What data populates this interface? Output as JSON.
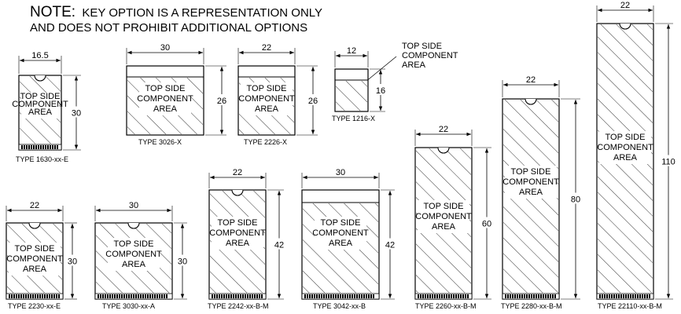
{
  "note": {
    "line1_lead": "NOTE:",
    "line1_rest": "KEY OPTION IS A REPRESENTATION ONLY",
    "line2": "AND DOES NOT PROHIBIT ADDITIONAL OPTIONS"
  },
  "callout": {
    "lines": [
      "TOP SIDE",
      "COMPONENT",
      "AREA"
    ]
  },
  "cards": [
    {
      "id": "1630",
      "caption": "TYPE 1630-xx-E",
      "width_label": "16.5",
      "height_label": "30",
      "area_lines": [
        "TOP SIDE",
        "COMPONENT",
        "AREA"
      ],
      "notch": true,
      "connector": true
    },
    {
      "id": "3026",
      "caption": "TYPE 3026-X",
      "width_label": "30",
      "height_label": "26",
      "area_lines": [
        "TOP SIDE",
        "COMPONENT",
        "AREA"
      ],
      "notch": false,
      "connector": false
    },
    {
      "id": "2226",
      "caption": "TYPE 2226-X",
      "width_label": "22",
      "height_label": "26",
      "area_lines": [
        "TOP SIDE",
        "COMPONENT",
        "AREA"
      ],
      "notch": false,
      "connector": false
    },
    {
      "id": "1216",
      "caption": "TYPE 1216-X",
      "width_label": "12",
      "height_label": "16",
      "area_lines": [],
      "notch": false,
      "connector": false
    },
    {
      "id": "2230",
      "caption": "TYPE 2230-xx-E",
      "width_label": "22",
      "height_label": "30",
      "area_lines": [
        "TOP SIDE",
        "COMPONENT",
        "AREA"
      ],
      "notch": true,
      "connector": true
    },
    {
      "id": "3030",
      "caption": "TYPE 3030-xx-A",
      "width_label": "30",
      "height_label": "30",
      "area_lines": [
        "TOP SIDE",
        "COMPONENT",
        "AREA"
      ],
      "notch": true,
      "connector": true
    },
    {
      "id": "2242",
      "caption": "TYPE 2242-xx-B-M",
      "width_label": "22",
      "height_label": "42",
      "area_lines": [
        "TOP SIDE",
        "COMPONENT",
        "AREA"
      ],
      "notch": true,
      "connector": true
    },
    {
      "id": "3042",
      "caption": "TYPE 3042-xx-B",
      "width_label": "30",
      "height_label": "42",
      "area_lines": [
        "TOP SIDE",
        "COMPONENT",
        "AREA"
      ],
      "notch": false,
      "connector": true
    },
    {
      "id": "2260",
      "caption": "TYPE 2260-xx-B-M",
      "width_label": "22",
      "height_label": "60",
      "area_lines": [
        "TOP SIDE",
        "COMPONENT",
        "AREA"
      ],
      "notch": true,
      "connector": true
    },
    {
      "id": "2280",
      "caption": "TYPE 2280-xx-B-M",
      "width_label": "22",
      "height_label": "80",
      "area_lines": [
        "TOP SIDE",
        "COMPONENT",
        "AREA"
      ],
      "notch": true,
      "connector": true
    },
    {
      "id": "22110",
      "caption": "TYPE 22110-xx-B-M",
      "width_label": "22",
      "height_label": "110",
      "area_lines": [
        "TOP SIDE",
        "COMPONENT",
        "AREA"
      ],
      "notch": true,
      "connector": true
    }
  ]
}
